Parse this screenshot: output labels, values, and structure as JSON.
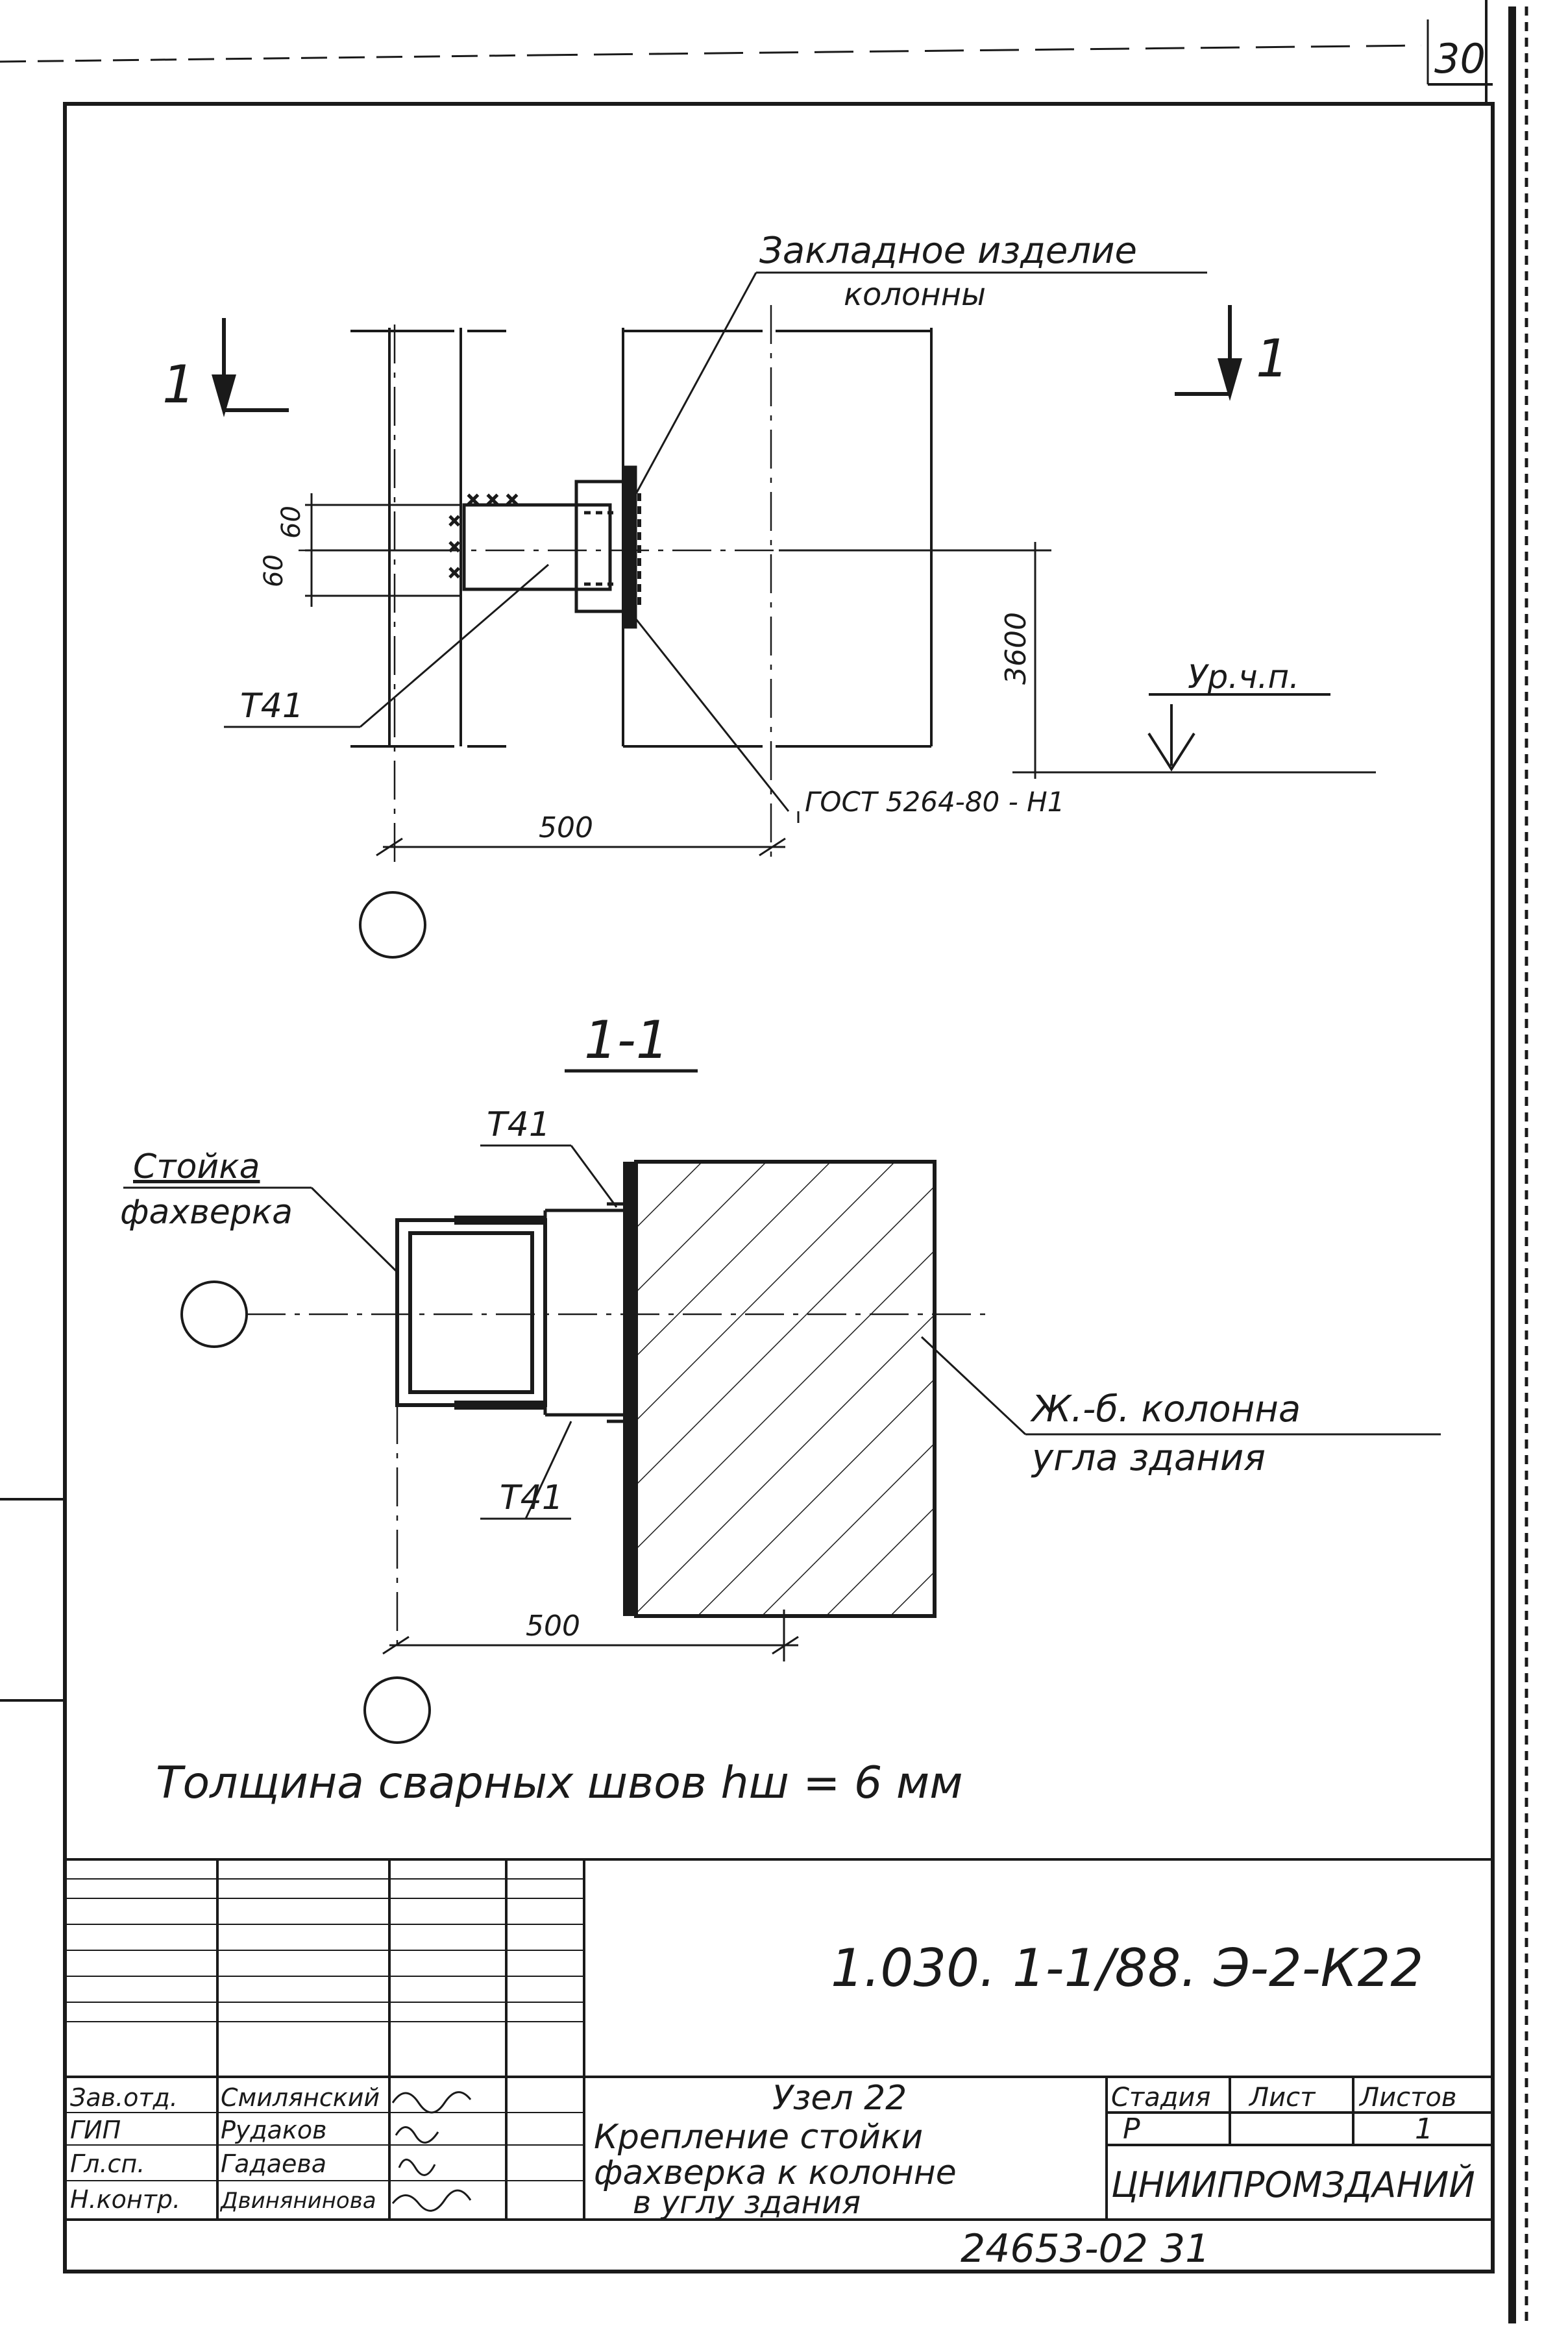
{
  "sheet": {
    "page_number": "30",
    "bottom_number": "24653-02   31"
  },
  "plan_view": {
    "embedded_part_label_line1": "Закладное изделие",
    "embedded_part_label_line2": "колонны",
    "section_mark_left": "1",
    "section_mark_right": "1",
    "dim_upper": "60",
    "dim_lower": "60",
    "part_label": "Т41",
    "height_dim": "3600",
    "floor_level_label": "Ур.ч.п.",
    "weld_standard": "ГОСТ 5264-80 - Н1",
    "axis_dim": "500"
  },
  "section_view": {
    "title": "1-1",
    "part_label_top": "Т41",
    "part_label_bottom": "Т41",
    "post_label_line1": "Стойка",
    "post_label_line2": "фахверка",
    "column_label_line1": "Ж.-б. колонна",
    "column_label_line2": "угла здания",
    "axis_dim": "500"
  },
  "weld_note": "Толщина сварных швов hш = 6 мм",
  "title_block": {
    "designation": "1.030. 1-1/88. Э-2-К22",
    "roles": [
      "Зав.отд.",
      "ГИП",
      "Гл.сп.",
      "Н.контр."
    ],
    "names": [
      "Смилянский",
      "Рудаков",
      "Гадаева",
      "Двинянинова"
    ],
    "drawing_title_lines": [
      "Узел 22",
      "Крепление стойки",
      "фахверка к колонне",
      "в углу здания"
    ],
    "stage_header": "Стадия",
    "sheet_header": "Лист",
    "sheets_header": "Листов",
    "stage_value": "Р",
    "sheet_value": "",
    "sheets_value": "1",
    "organization": "ЦНИИПРОМЗДАНИЙ"
  }
}
